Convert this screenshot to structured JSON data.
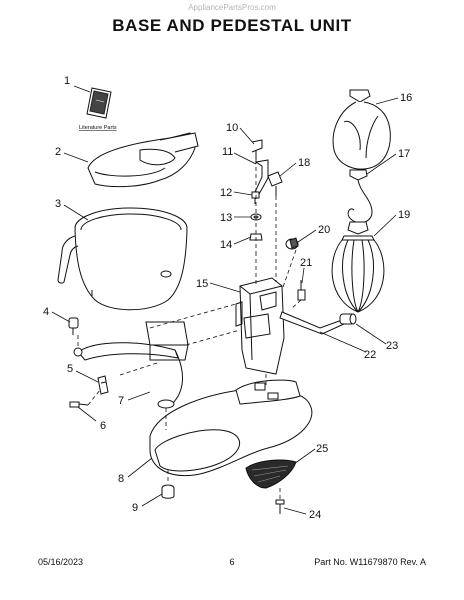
{
  "watermark": "AppliancePartsPros.com",
  "title": "BASE AND PEDESTAL UNIT",
  "literature_label": "Literature Parts",
  "callouts": [
    "1",
    "2",
    "3",
    "4",
    "5",
    "6",
    "7",
    "8",
    "9",
    "10",
    "11",
    "12",
    "13",
    "14",
    "15",
    "16",
    "17",
    "18",
    "19",
    "20",
    "21",
    "22",
    "23",
    "24",
    "25"
  ],
  "footer": {
    "date": "05/16/2023",
    "page": "6",
    "part_info": "Part No. W11679870  Rev. A"
  },
  "colors": {
    "line": "#111111",
    "fill": "#ffffff",
    "shade": "#2a2a2a"
  }
}
